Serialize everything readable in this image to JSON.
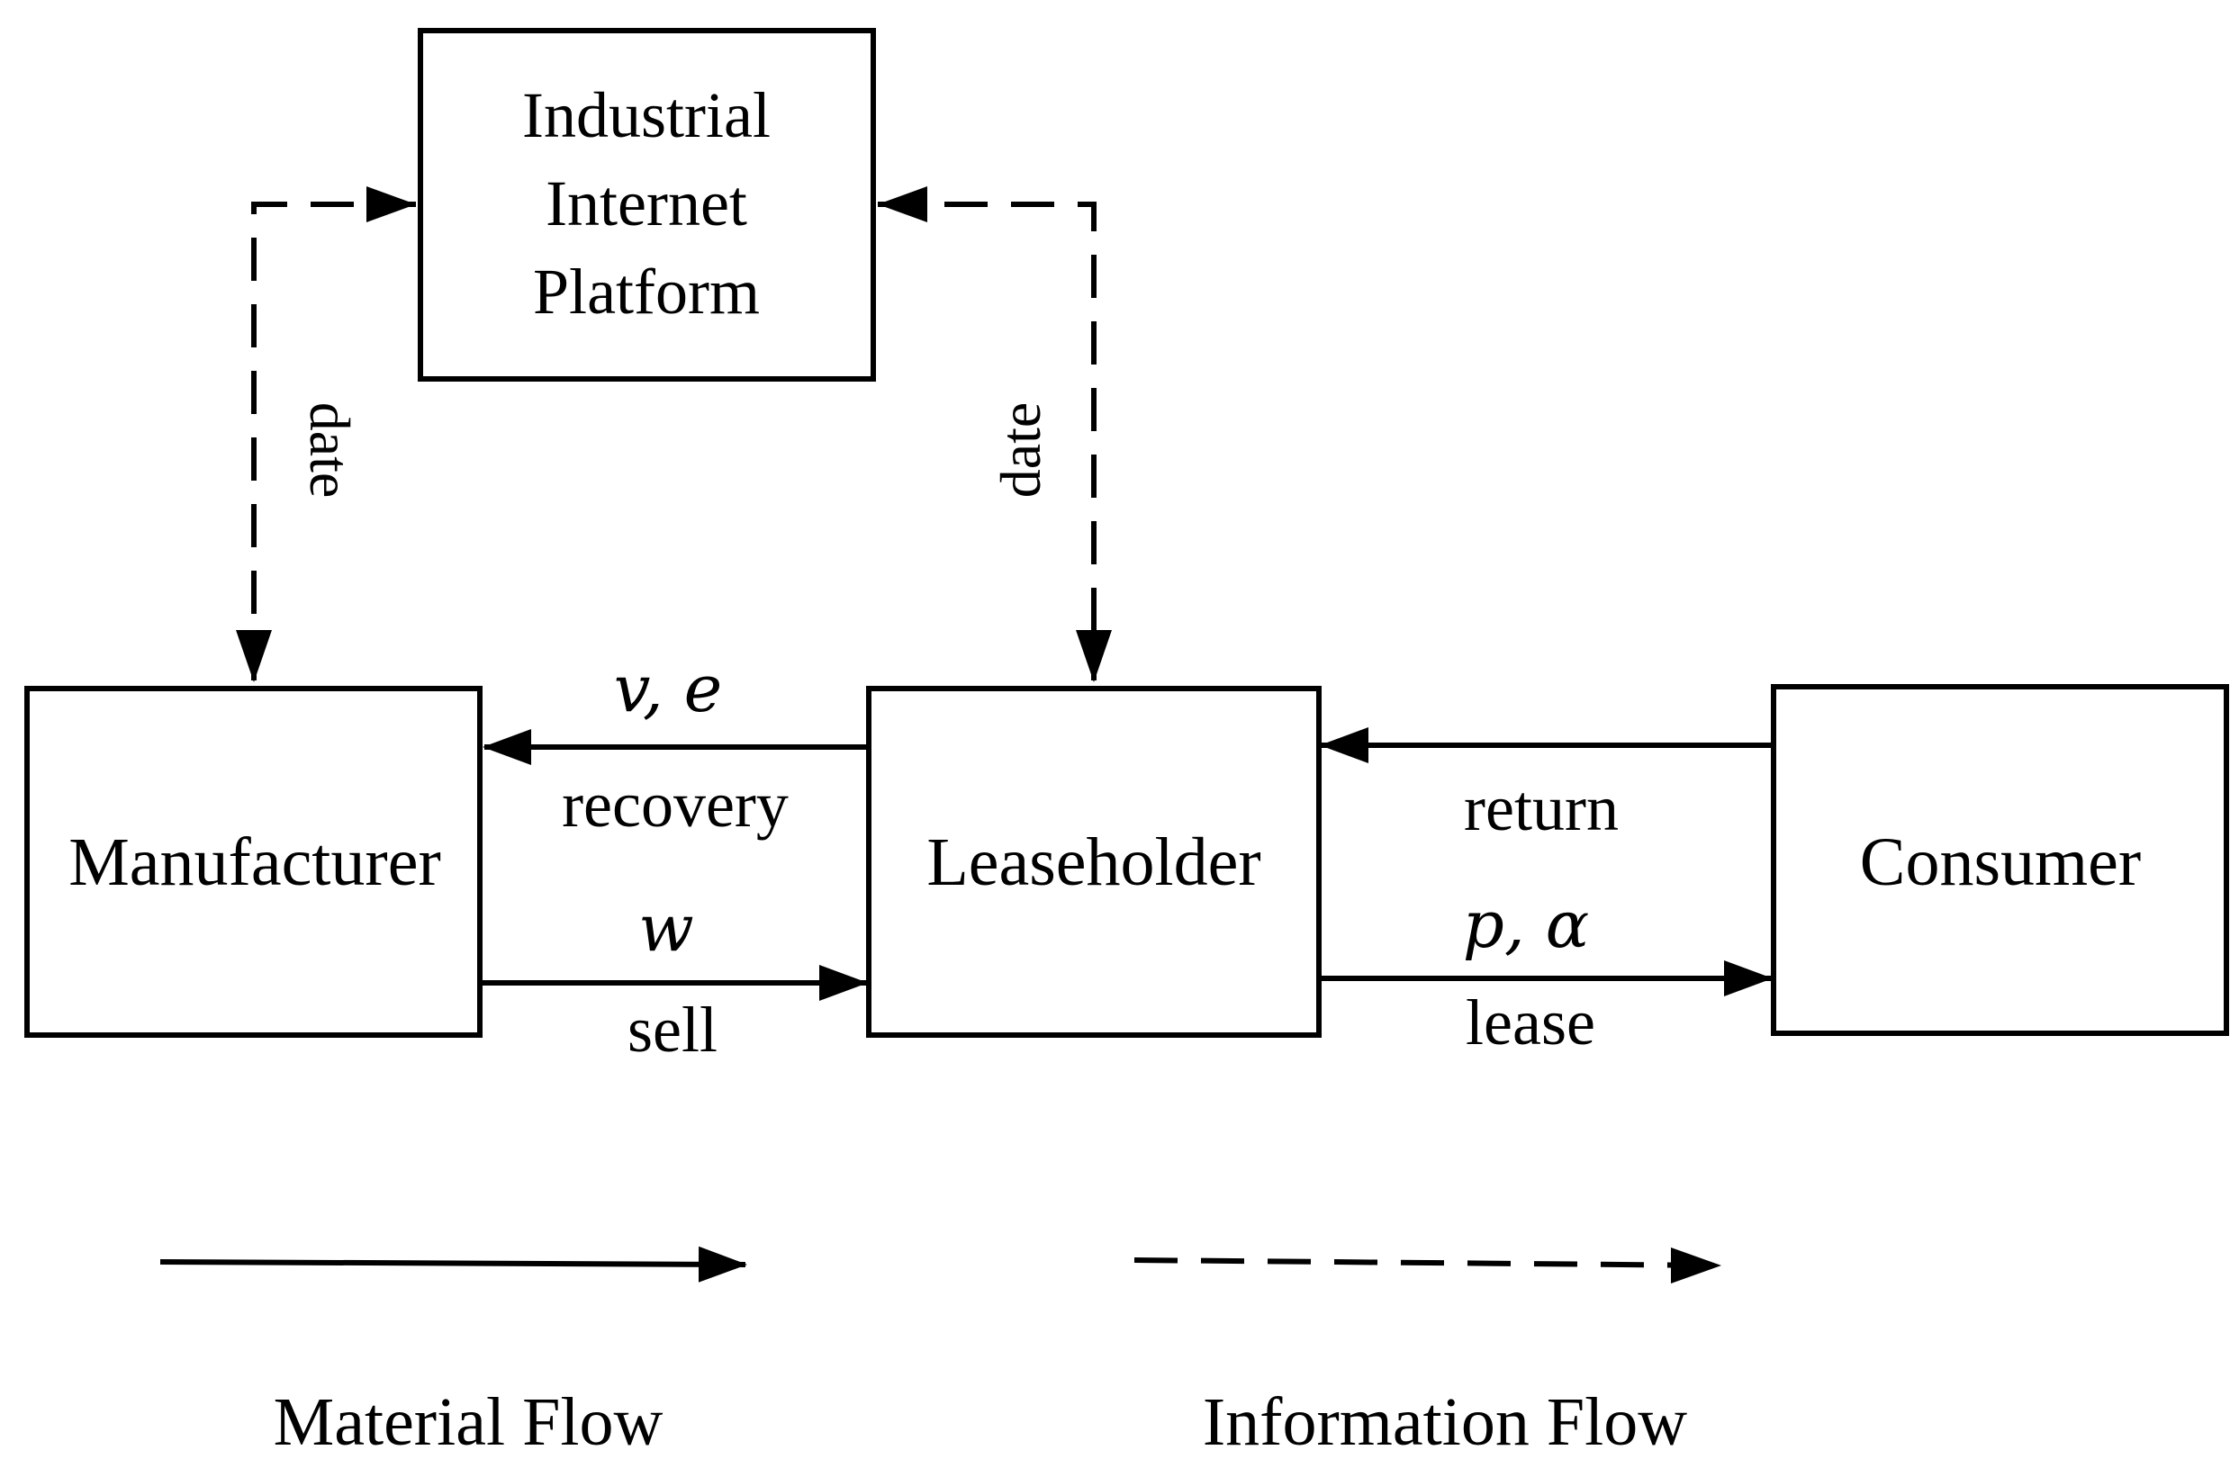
{
  "diagram": {
    "nodes": {
      "platform": [
        "Industrial",
        "Internet",
        "Platform"
      ],
      "manufacturer": "Manufacturer",
      "leaseholder": "Leaseholder",
      "consumer": "Consumer"
    },
    "edges": {
      "manufacturer_platform_info": "date",
      "leaseholder_platform_info": "date",
      "recovery_vars": "v, e",
      "recovery_label": "recovery",
      "sell_vars": "w",
      "sell_label": "sell",
      "return_label": "return",
      "lease_vars": "p, α",
      "lease_label": "lease"
    },
    "legend": {
      "material": "Material Flow",
      "information": "Information Flow"
    }
  }
}
